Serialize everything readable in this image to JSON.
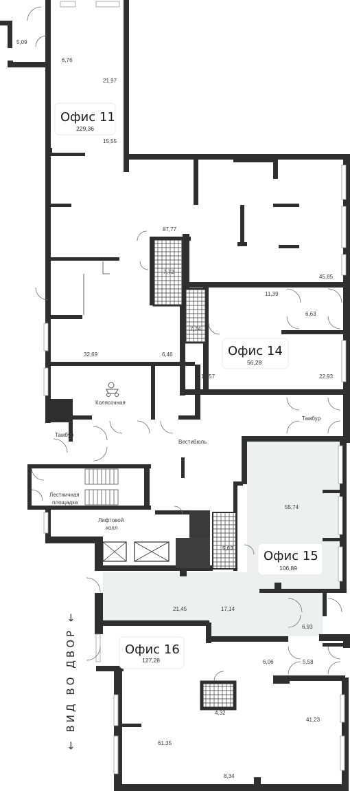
{
  "offices": [
    {
      "title": "Офис 11",
      "area": "229,36"
    },
    {
      "title": "Офис 14",
      "area": "56,28"
    },
    {
      "title": "Офис 15",
      "area": "106,89"
    },
    {
      "title": "Офис 16",
      "area": "127,28"
    }
  ],
  "room_areas": {
    "a509": "5,09",
    "a676": "6,76",
    "a2197": "21,97",
    "a1555": "15,55",
    "a8777": "87,77",
    "a4585": "45,85",
    "a1139": "11,39",
    "a663": "6,63",
    "a772": "7,72",
    "a774": "7,74",
    "a3269": "32,69",
    "a646": "6,46",
    "a1057": "10,57",
    "a2293": "22,93",
    "a5574": "55,74",
    "a563": "5,63",
    "a2145": "21,45",
    "a1714": "17,14",
    "a693": "6,93",
    "a606": "6,06",
    "a558": "5,58",
    "a4123": "41,23",
    "a432": "4,32",
    "a6135": "61,35",
    "a834": "8,34"
  },
  "room_names": {
    "stroller": "Колясочная",
    "vestibule_left": "Тамбур",
    "vestibule_right": "Тамбур",
    "lobby": "Вестибюль",
    "stair_line1": "Лестничная",
    "stair_line2": "площадка",
    "lift_line1": "Лифтовой",
    "lift_line2": "холл"
  },
  "courtyard_view": "← ВИД ВО ДВОР ←",
  "colors": {
    "wall": "#2f2f2f",
    "office15_fill": "#eef0ef",
    "card_bg": "#ffffff"
  }
}
